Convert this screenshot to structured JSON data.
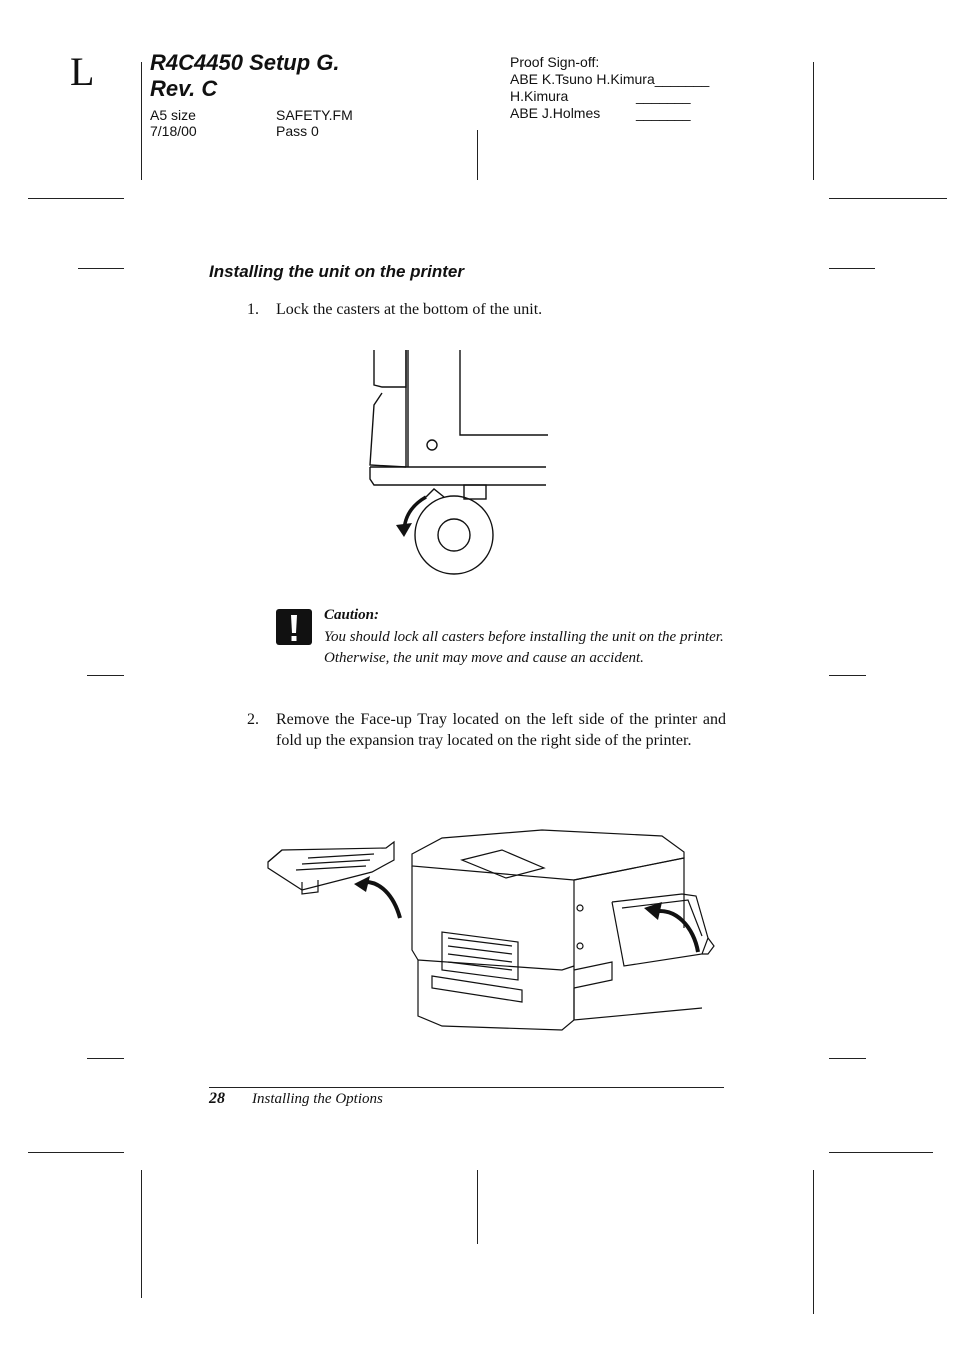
{
  "header": {
    "corner_letter": "L",
    "title_line1": "R4C4450 Setup G.",
    "title_line2": "Rev. C",
    "paper_size": "A5 size",
    "date": "7/18/00",
    "file_name": "SAFETY.FM",
    "pass": "Pass 0",
    "proof_label": "Proof Sign-off:",
    "proof_line1": "ABE  K.Tsuno  H.Kimura_______",
    "proof_line2": "H.Kimura",
    "proof_line3": "ABE  J.Holmes",
    "blank": "_______"
  },
  "section": {
    "heading": "Installing the unit on the printer"
  },
  "steps": [
    {
      "number": "1.",
      "text": "Lock the casters at the bottom of the unit."
    },
    {
      "number": "2.",
      "text": "Remove the Face-up Tray located on the left side of the printer and fold up the expansion tray located on the right side of the printer."
    }
  ],
  "caution": {
    "icon": "caution-exclamation-icon",
    "title": "Caution:",
    "text": "You should lock all casters before installing the unit on the printer. Otherwise, the unit may move and cause an accident."
  },
  "footer": {
    "page_number": "28",
    "chapter": "Installing the Options"
  }
}
